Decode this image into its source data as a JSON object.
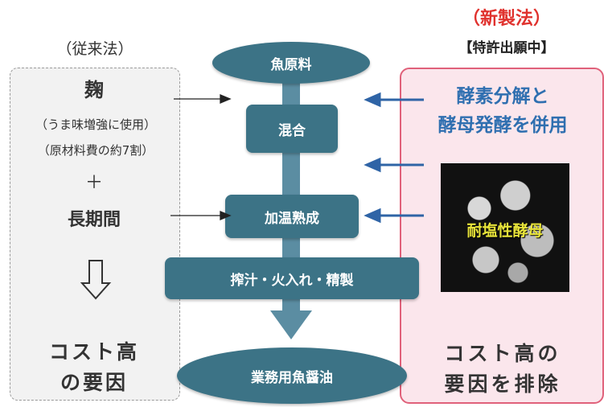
{
  "left": {
    "heading": "（従来法）",
    "koji": "麹",
    "note1": "（うま味増強に使用）",
    "note2": "（原材料費の約7割）",
    "plus": "＋",
    "long_period": "長期間",
    "result_line1": "コスト高",
    "result_line2": "の要因"
  },
  "right": {
    "heading": "（新製法）",
    "patent": "【特許出願中】",
    "method_line1": "酵素分解と",
    "method_line2": "酵母発酵を併用",
    "image_label": "耐塩性酵母",
    "result_line1": "コスト高の",
    "result_line2": "要因を排除"
  },
  "flow": {
    "start": "魚原料",
    "step1": "混合",
    "step2": "加温熟成",
    "step3": "搾汁・火入れ・精製",
    "end": "業務用魚醤油"
  },
  "colors": {
    "flow_fill": "#3c7386",
    "flow_bar": "#5b8da2",
    "new_method_red": "#e0322e",
    "blue_text": "#2f6fb0",
    "blue_arrow": "#2f64a6",
    "right_panel_fill": "#fbe6ec",
    "right_panel_border": "#e0617a"
  }
}
